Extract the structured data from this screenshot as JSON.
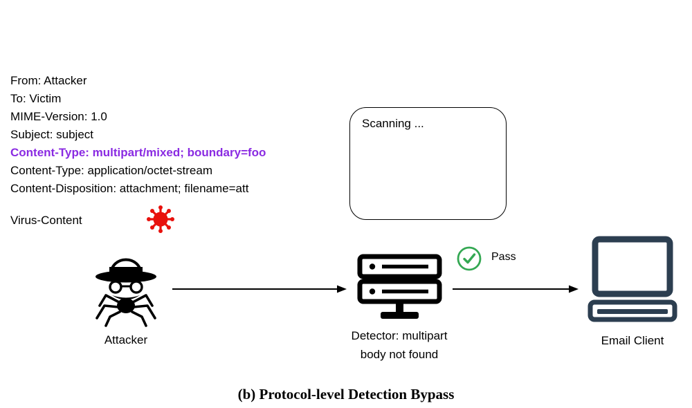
{
  "email_headers": {
    "lines": [
      "From: Attacker",
      "To: Victim",
      "MIME-Version: 1.0",
      "Subject: subject",
      "Content-Type: multipart/mixed; boundary=foo",
      "Content-Type: application/octet-stream",
      "Content-Disposition: attachment; filename=att"
    ],
    "highlighted_line_index": 4,
    "virus_label": "Virus-Content"
  },
  "scanner_box": {
    "label": "Scanning ..."
  },
  "nodes": {
    "attacker": {
      "label": "Attacker"
    },
    "detector": {
      "label_line1": "Detector: multipart",
      "label_line2": "body not found"
    },
    "email_client": {
      "label": "Email Client"
    }
  },
  "pass_badge": {
    "label": "Pass"
  },
  "caption": "(b) Protocol-level Detection Bypass",
  "icons": {
    "virus": "virus-icon",
    "attacker": "spy-icon",
    "detector": "server-icon",
    "pass": "check-circle-icon",
    "email_client": "computer-icon",
    "flow": [
      "arrow-right-icon",
      "arrow-right-icon"
    ]
  },
  "colors": {
    "highlight_purple": "#8A2BE2",
    "virus_red": "#E8110D",
    "pass_green": "#34A853",
    "client_navy": "#2C3E50",
    "ink_black": "#000000"
  }
}
